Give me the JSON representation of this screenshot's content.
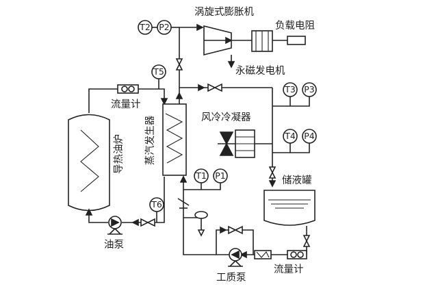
{
  "labels": {
    "expander": "涡旋式膨胀机",
    "load_resistor": "负载电阻",
    "pm_generator": "永磁发电机",
    "flowmeter_top": "流量计",
    "evaporator": "蒸汽发生器",
    "condenser": "风冷冷凝器",
    "oil_furnace": "导热油炉",
    "storage_tank": "储液罐",
    "oil_pump": "油泵",
    "working_pump": "工质泵",
    "flowmeter_bottom": "流量计"
  },
  "sensors": {
    "t1": "T1",
    "p1": "P1",
    "t2": "T2",
    "p2": "P2",
    "t3": "T3",
    "p3": "P3",
    "t4": "T4",
    "p4": "P4",
    "t5": "T5",
    "t6": "T6"
  }
}
